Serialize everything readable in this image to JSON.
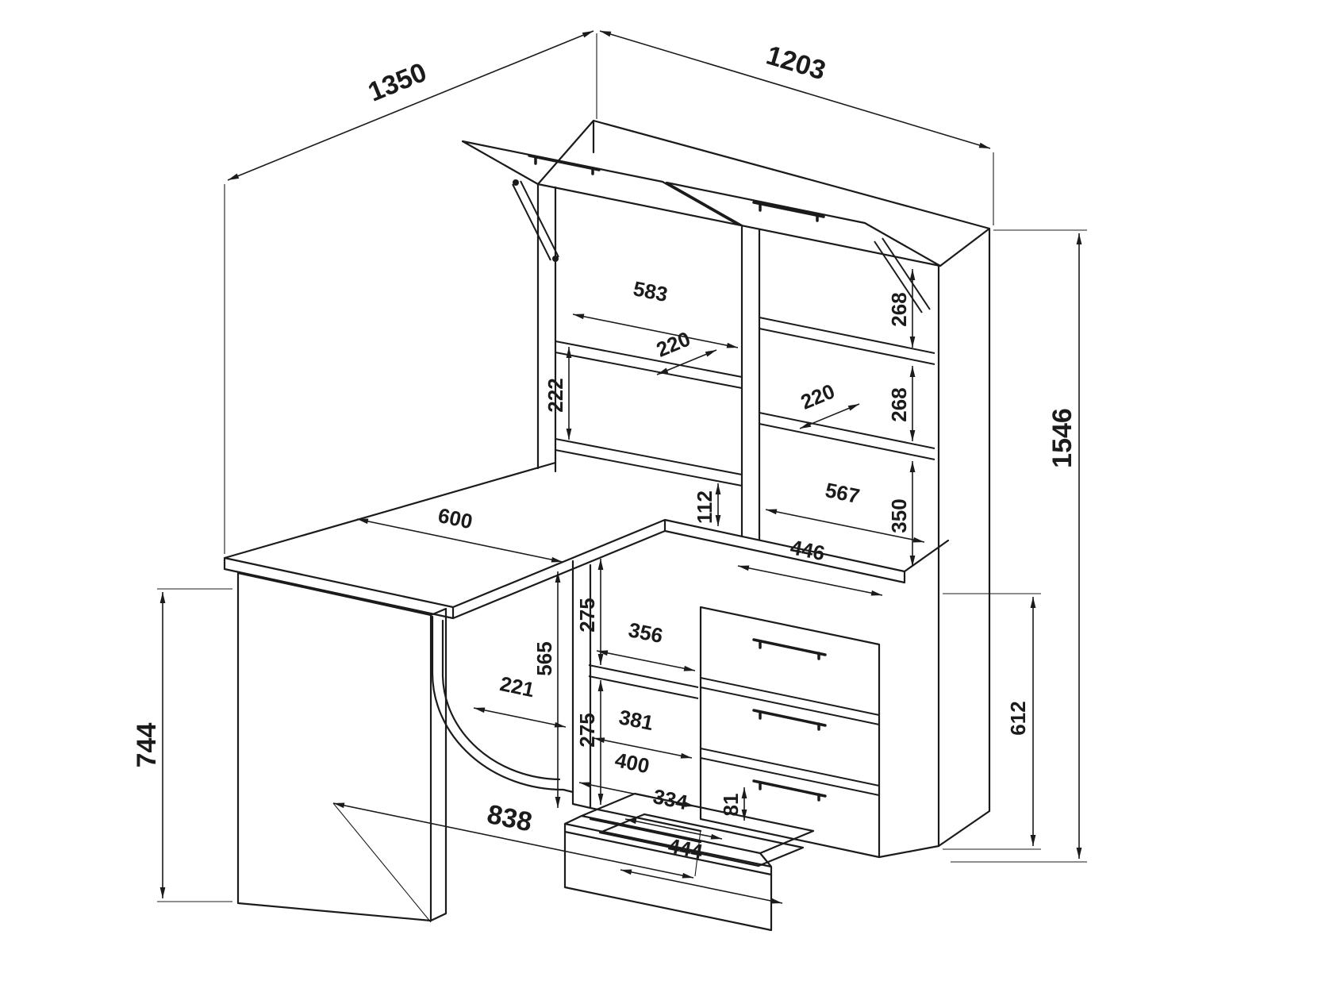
{
  "drawing": {
    "kind": "corner-desk-assembly-drawing",
    "units": "mm",
    "background": "#ffffff",
    "line_color": "#1b1b1b",
    "dims": {
      "overall_depth": "1350",
      "overall_width": "1203",
      "overall_height": "1546",
      "desk_height": "744",
      "base_span": "838",
      "desk_wing_width": "600",
      "hutch_left_inner_width": "583",
      "hutch_left_shelf_depth": "220",
      "hutch_left_shelf_gap": "222",
      "hutch_right_gap_top": "268",
      "hutch_right_gap_mid": "268",
      "hutch_right_shelf_depth": "220",
      "hutch_right_gap_bottom": "350",
      "hutch_right_inner_width": "567",
      "riser_height": "112",
      "desk_right_inner_width": "446",
      "underdesk_height": "565",
      "underdesk_gap_upper": "275",
      "underdesk_shelf_width": "356",
      "underdesk_gap_lower": "275",
      "underdesk_width_lower": "381",
      "underdesk_width_base": "400",
      "arch_width": "221",
      "drawer_inner_width": "334",
      "drawer_inner_depth": "81",
      "drawer_front_width": "444",
      "pedestal_height": "612"
    }
  }
}
